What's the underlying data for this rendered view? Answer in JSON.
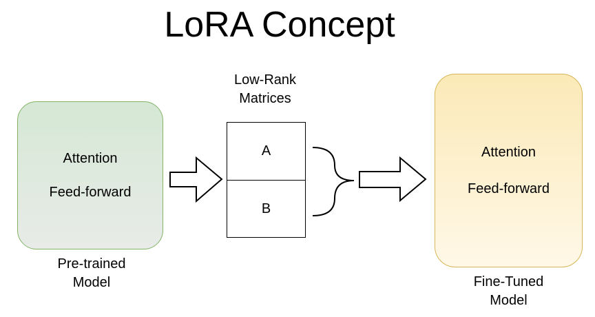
{
  "title": "LoRA Concept",
  "pretrained": {
    "lines": [
      "Attention",
      "Feed-forward"
    ],
    "caption": [
      "Pre-trained",
      "Model"
    ],
    "colors": {
      "border": "#82b366",
      "fill_top": "#d5e8d4",
      "fill_bottom": "#e8ebe8"
    }
  },
  "matrices": {
    "caption": [
      "Low-Rank",
      "Matrices"
    ],
    "a": "A",
    "b": "B"
  },
  "finetuned": {
    "lines": [
      "Attention",
      "Feed-forward"
    ],
    "caption": [
      "Fine-Tuned",
      "Model"
    ],
    "colors": {
      "border": "#d6b656",
      "fill_top": "#fbe9b7",
      "fill_bottom": "#fff8e7"
    }
  }
}
